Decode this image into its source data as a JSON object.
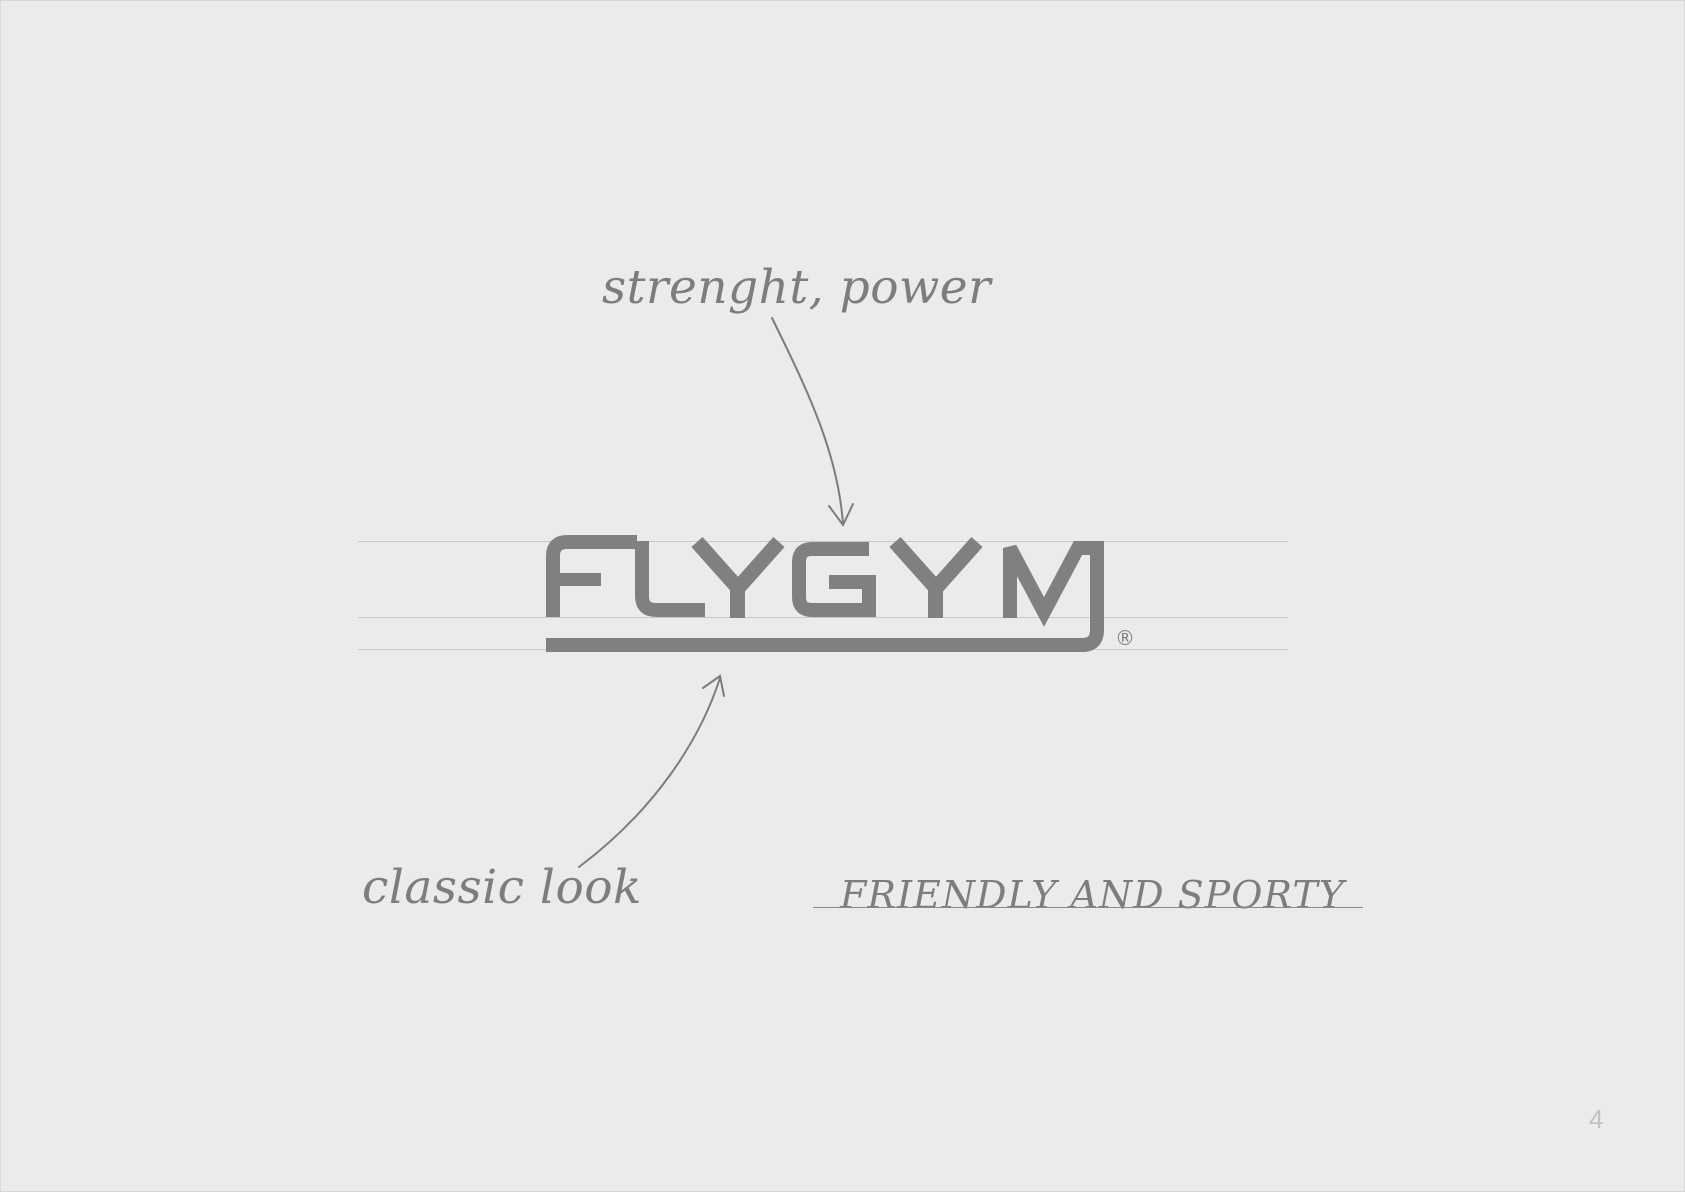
{
  "notes": {
    "top": "strenght, power",
    "left": "classic look",
    "right": "FRIENDLY AND SPORTY"
  },
  "logo": {
    "wordmark": "FLYGYM",
    "registered_mark": "®"
  },
  "page_number": "4",
  "colors": {
    "background": "#ebebeb",
    "logo": "#808080",
    "annotation": "#7d7d7d",
    "guide_lines": "#c8c8c8",
    "page_number": "#c2c2c2"
  }
}
